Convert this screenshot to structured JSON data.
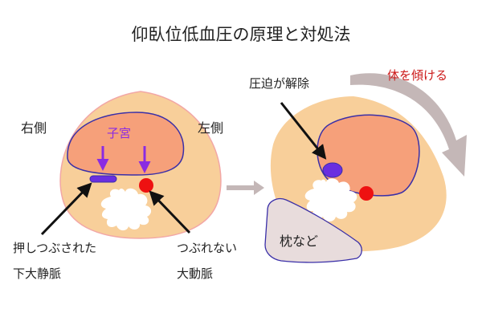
{
  "title": "仰臥位低血圧の原理と対処法",
  "left_diagram": {
    "right_side_label": "右側",
    "left_side_label": "左側",
    "uterus_label": "子宮",
    "vein_label_line1": "押しつぶされた",
    "vein_label_line2": "下大静脈",
    "aorta_label_line1": "つぶれない",
    "aorta_label_line2": "大動脈"
  },
  "right_diagram": {
    "tilt_label": "体を傾ける",
    "relief_label": "圧迫が解除",
    "pillow_label": "枕など"
  },
  "colors": {
    "body_fill": "#f8cf9a",
    "body_stroke": "#f2a7a6",
    "uterus_fill": "#f6a07a",
    "uterus_stroke": "#3a2fa8",
    "vein": "#6a2ee0",
    "aorta": "#ee1111",
    "purple_arrow": "#8a2be2",
    "grey_arrow": "#c4b7b7",
    "pillow_fill": "#e8dcdc",
    "red_text": "#cc1a1a"
  },
  "icons": {
    "process_arrow": "right-arrow-icon",
    "tilt_arrow": "curved-arrow-icon"
  }
}
